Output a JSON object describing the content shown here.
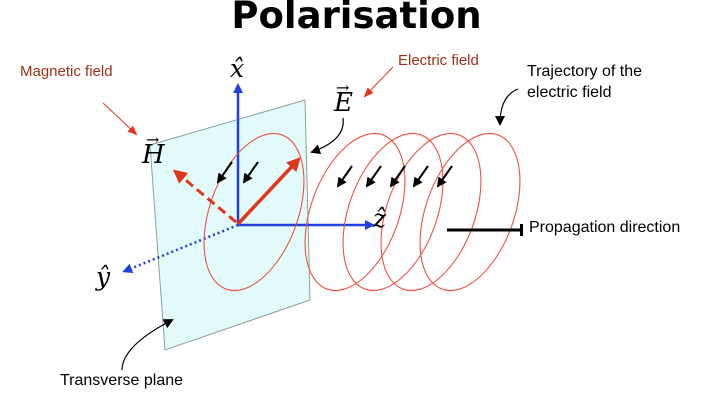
{
  "title": "Polarisation",
  "labels": {
    "magnetic_field": "Magnetic field",
    "electric_field": "Electric field",
    "trajectory": "Trajectory of the\nelectric field",
    "propagation": "Propagation direction",
    "transverse_plane": "Transverse plane"
  },
  "symbols": {
    "x_axis": "x̂",
    "y_axis": "ŷ",
    "z_axis": "ẑ",
    "H_vector": "H",
    "E_vector": "E"
  },
  "colors": {
    "plane_fill": "#e3fafa",
    "plane_stroke": "#8aa0a0",
    "axis_blue": "#2040e0",
    "vector_red": "#e0361a",
    "ellipse_red": "#ee5040",
    "annotation_red": "#a03018"
  }
}
